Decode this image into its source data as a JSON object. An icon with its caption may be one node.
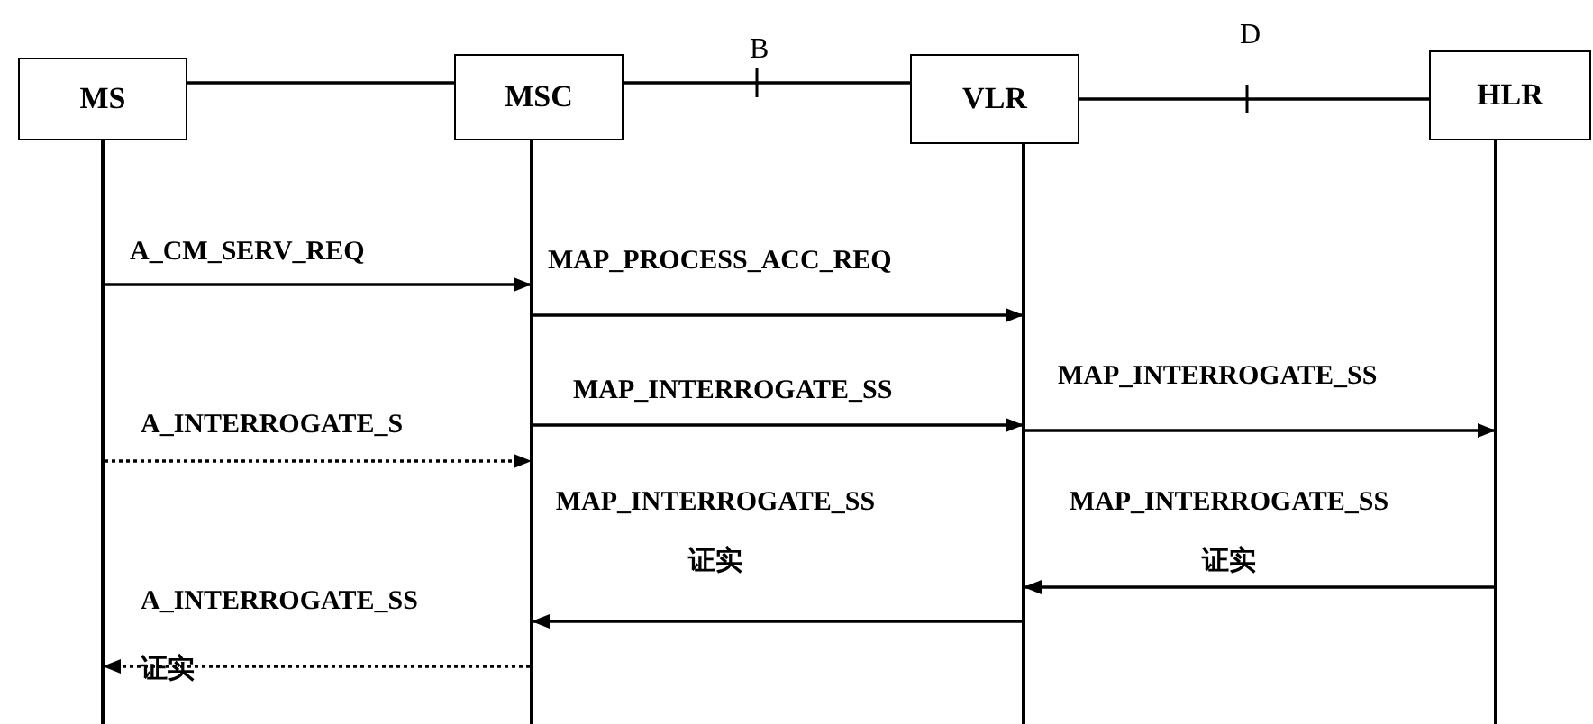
{
  "diagram": {
    "nodes": [
      {
        "text": [
          "MS"
        ]
      },
      {
        "text": [
          "MSC"
        ]
      },
      {
        "text": [
          "VLR"
        ]
      },
      {
        "text": [
          "HLR"
        ]
      }
    ],
    "edges": [
      {
        "from": 0,
        "to": 1,
        "arrow": "none"
      },
      {
        "from": 1,
        "to": 2,
        "arrow": "none",
        "label": "B"
      },
      {
        "from": 2,
        "to": 3,
        "arrow": "none",
        "label": "D"
      },
      {
        "from": 0,
        "to": 1,
        "arrow": "to",
        "label": "A_CM_SERV_REQ"
      },
      {
        "from": 1,
        "to": 2,
        "arrow": "to",
        "label": "MAP_PROCESS_ACC_REQ"
      },
      {
        "from": 1,
        "to": 2,
        "arrow": "to",
        "label": "MAP_INTERROGATE_SS"
      },
      {
        "from": 2,
        "to": 3,
        "arrow": "to",
        "label": "MAP_INTERROGATE_SS"
      },
      {
        "from": 0,
        "to": 1,
        "arrow": "to",
        "label": "A_INTERROGATE_S",
        "style": "dashed"
      },
      {
        "from": 3,
        "to": 2,
        "arrow": "to",
        "label": "MAP_INTERROGATE_SS 证实"
      },
      {
        "from": 2,
        "to": 1,
        "arrow": "to",
        "label": "MAP_INTERROGATE_SS 证实"
      },
      {
        "from": 1,
        "to": 0,
        "arrow": "to",
        "label": "A_INTERROGATE_SS 证实",
        "style": "dashed"
      }
    ]
  }
}
